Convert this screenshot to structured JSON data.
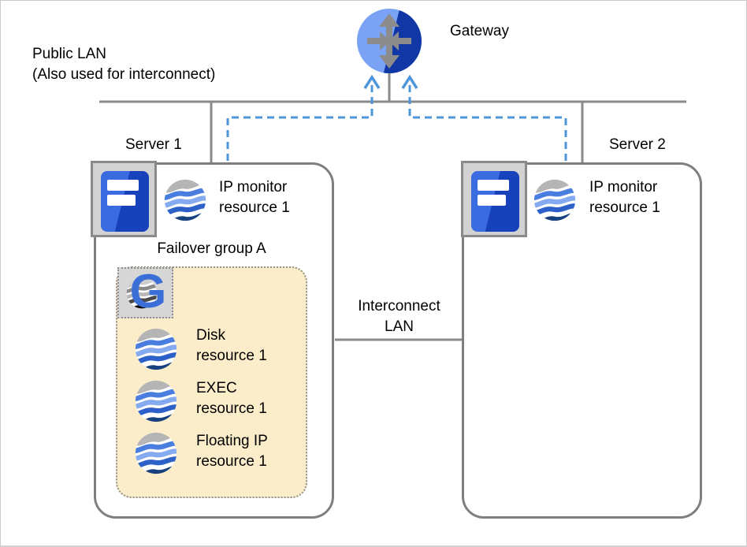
{
  "network": {
    "public_lan_label_line1": "Public LAN",
    "public_lan_label_line2": "(Also used for interconnect)",
    "interconnect_label_line1": "Interconnect",
    "interconnect_label_line2": "LAN"
  },
  "gateway": {
    "label": "Gateway",
    "icon": "router-icon"
  },
  "server1": {
    "label": "Server 1",
    "icon": "server-tower-icon",
    "ip_monitor": {
      "icon": "monitor-resource-sphere-icon",
      "line1": "IP monitor",
      "line2": "resource 1"
    },
    "failover_group": {
      "label": "Failover group A",
      "icon": "group-g-icon",
      "icon_letter": "G",
      "items": [
        {
          "icon": "resource-sphere-icon",
          "line1": "Disk",
          "line2": "resource 1"
        },
        {
          "icon": "resource-sphere-icon",
          "line1": "EXEC",
          "line2": "resource 1"
        },
        {
          "icon": "resource-sphere-icon",
          "line1": "Floating IP",
          "line2": "resource 1"
        }
      ]
    }
  },
  "server2": {
    "label": "Server 2",
    "icon": "server-tower-icon",
    "ip_monitor": {
      "icon": "monitor-resource-sphere-icon",
      "line1": "IP monitor",
      "line2": "resource 1"
    }
  },
  "colors": {
    "lan_line_gray": "#8a8a8a",
    "box_border_gray": "#7f7f7f",
    "dashed_connector_blue": "#4f96d8",
    "failover_group_fill": "#fbedc9",
    "gateway_light_blue": "#7aa3f5",
    "gateway_dark_blue": "#1136a5",
    "server_icon_blue": "#1d4fc4",
    "sphere_gray": "#b5b5b5",
    "sphere_blue_mid": "#4a7de0",
    "sphere_blue_light": "#85aaf0",
    "sphere_blue_dark": "#2d60c8",
    "sphere_navy": "#17407f",
    "group_g_blue": "#3b6fd8"
  }
}
